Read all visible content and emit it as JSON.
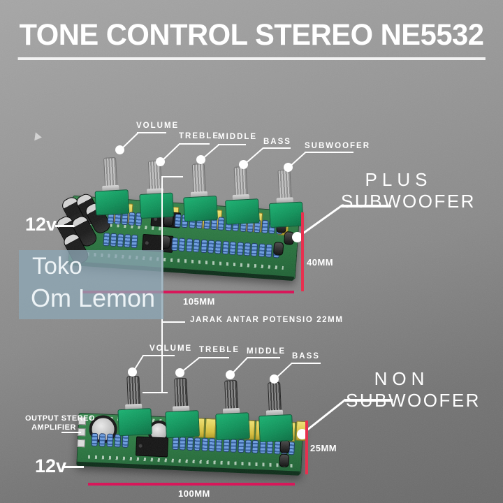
{
  "title": "TONE CONTROL STEREO NE5532",
  "spacing_note": "JARAK ANTAR POTENSIO 22MM",
  "watermark": {
    "line1": "Toko",
    "line2": "Om Lemon"
  },
  "top_board": {
    "knob_labels": [
      "VOLUME",
      "TREBLE",
      "MIDDLE",
      "BASS",
      "SUBWOOFER"
    ],
    "variant": {
      "line1": "PLUS",
      "line2": "SUBWOOFER"
    },
    "supply_label": "12v",
    "height_dim": "40MM",
    "width_dim": "105MM",
    "pot_count": 5
  },
  "bottom_board": {
    "knob_labels": [
      "VOLUME",
      "TREBLE",
      "MIDDLE",
      "BASS"
    ],
    "variant": {
      "line1": "NON",
      "line2": "SUBWOOFER"
    },
    "supply_label": "12v",
    "output_label": {
      "line1": "OUTPUT STEREO",
      "line2": "AMPLIFIER"
    },
    "height_dim": "25MM",
    "width_dim": "100MM",
    "pot_count": 4
  },
  "colors": {
    "dimension_red": "#e8304f",
    "dimension_crimson": "#d8175a",
    "pcb_green": "#2c7a42",
    "pot_green": "#0f9159",
    "watermark_bg": "#8da6b5",
    "annotation_white": "#ffffff"
  }
}
